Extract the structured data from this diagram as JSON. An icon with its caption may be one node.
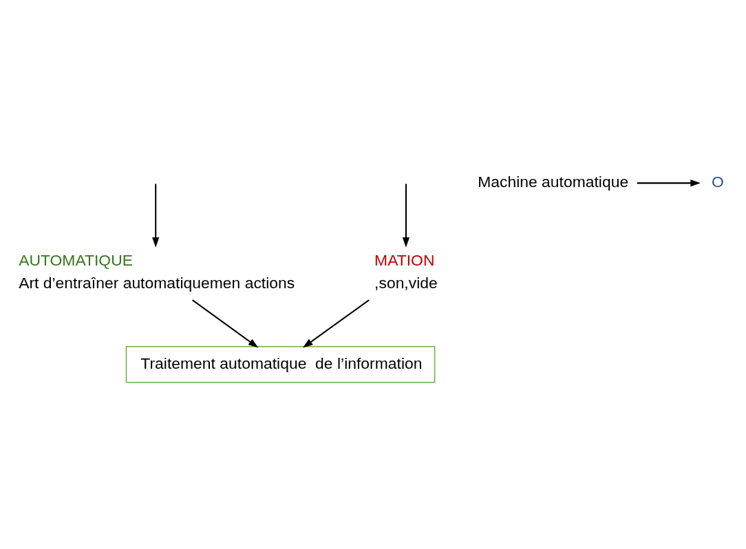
{
  "diagram": {
    "nodes": [
      {
        "text": [
          "MATION",
          ",son,vide"
        ]
      },
      {
        "text": [
          "AUTOMATIQUE",
          "Art d’entraîner automatiquemen actions"
        ]
      },
      {
        "text": [
          "Traitement automatique  de l’information"
        ]
      },
      {
        "text": [
          "Machine automatique"
        ]
      },
      {
        "text": [
          "O"
        ]
      }
    ],
    "edges": [
      {
        "from": null,
        "to": 0,
        "arrow": "to"
      },
      {
        "from": null,
        "to": 1,
        "arrow": "to"
      },
      {
        "from": 0,
        "to": 2,
        "arrow": "to"
      },
      {
        "from": 1,
        "to": 2,
        "arrow": "to"
      },
      {
        "from": 3,
        "to": 4,
        "arrow": "to"
      }
    ]
  }
}
